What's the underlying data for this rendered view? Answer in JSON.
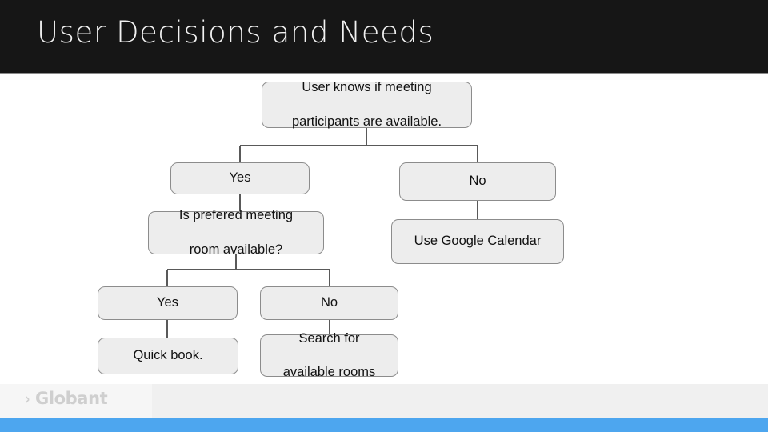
{
  "slide": {
    "title": "User Decisions and Needs",
    "title_color": "#f2f2f2",
    "header_color": "#161616",
    "background_color": "#ffffff"
  },
  "flowchart": {
    "node_fill": "#ededed",
    "node_border": "#8c8c8c",
    "connector_color": "#595959",
    "nodes": [
      {
        "id": "root",
        "label": "User knows if meeting participants are available.",
        "line1": "User knows if meeting",
        "line2": "participants are available."
      },
      {
        "id": "yes-1",
        "label": "Yes",
        "line1": "Yes",
        "line2": ""
      },
      {
        "id": "no-1",
        "label": "No",
        "line1": "No",
        "line2": ""
      },
      {
        "id": "room-question",
        "label": "Is prefered meeting room available?",
        "line1": "Is prefered meeting",
        "line2": "room available?"
      },
      {
        "id": "use-google-calendar",
        "label": "Use Google Calendar",
        "line1": "Use Google Calendar",
        "line2": ""
      },
      {
        "id": "yes-2",
        "label": "Yes",
        "line1": "Yes",
        "line2": ""
      },
      {
        "id": "no-2",
        "label": "No",
        "line1": "No",
        "line2": ""
      },
      {
        "id": "quick-book",
        "label": "Quick book.",
        "line1": "Quick book.",
        "line2": ""
      },
      {
        "id": "search-rooms",
        "label": "Search for available rooms",
        "line1": "Search for",
        "line2": "available rooms"
      }
    ]
  },
  "footer": {
    "brand_chevron": "›",
    "brand_name": "Globant",
    "brand_color": "#cfcfcf",
    "band_color": "#f0f0f0",
    "accent_color": "#4da6ef"
  }
}
